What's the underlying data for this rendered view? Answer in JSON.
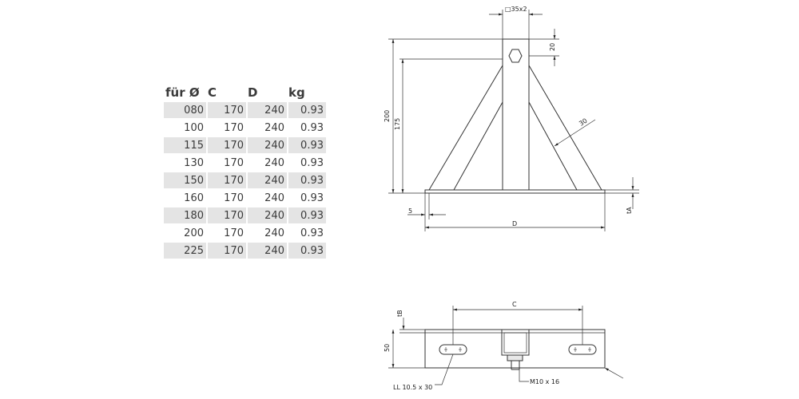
{
  "table": {
    "headers": [
      "für Ø",
      "C",
      "D",
      "kg"
    ],
    "rows": [
      [
        "080",
        "170",
        "240",
        "0.93"
      ],
      [
        "100",
        "170",
        "240",
        "0.93"
      ],
      [
        "115",
        "170",
        "240",
        "0.93"
      ],
      [
        "130",
        "170",
        "240",
        "0.93"
      ],
      [
        "150",
        "170",
        "240",
        "0.93"
      ],
      [
        "160",
        "170",
        "240",
        "0.93"
      ],
      [
        "180",
        "170",
        "240",
        "0.93"
      ],
      [
        "200",
        "170",
        "240",
        "0.93"
      ],
      [
        "225",
        "170",
        "240",
        "0.93"
      ]
    ]
  },
  "drawing": {
    "front": {
      "tube_label": "□35x2",
      "dim_20": "20",
      "dim_200": "200",
      "dim_175": "175",
      "dim_30": "30",
      "dim_5": "5",
      "dim_D": "D",
      "dim_tA": "tA"
    },
    "top": {
      "dim_C": "C",
      "dim_tB": "tB",
      "dim_50": "50",
      "slot_label": "LL 10.5 x 30",
      "bolt_label": "M10 x 16"
    }
  }
}
